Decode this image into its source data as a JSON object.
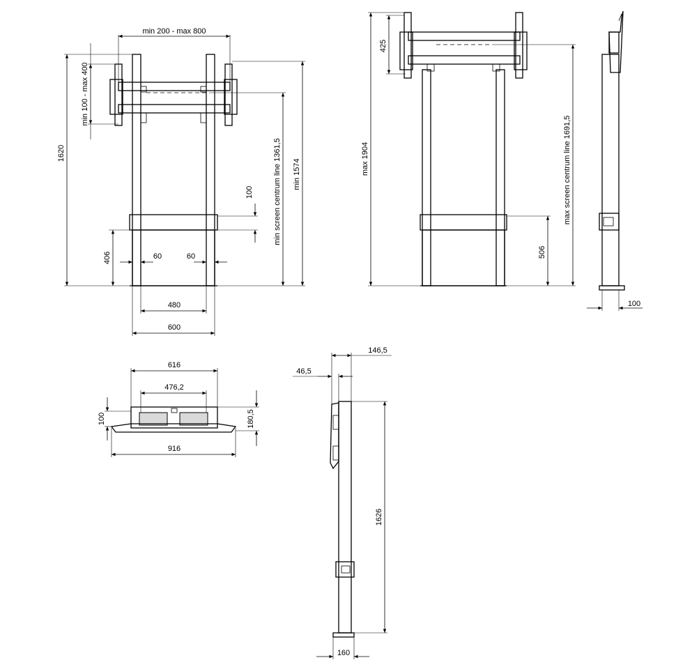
{
  "front_view": {
    "width_range": "min 200 - max 800",
    "height_range": "min 100 - max 400",
    "total_height": "1620",
    "min_screen_centrum": "min screen centrum line 1361,5",
    "min_height": "min 1574",
    "offset_100": "100",
    "offset_406": "406",
    "left_60": "60",
    "right_60": "60",
    "inner_width": "480",
    "outer_width": "600"
  },
  "rear_view": {
    "top_425": "425",
    "max_height": "max 1904",
    "max_screen_centrum": "max screen centrum line 1691,5",
    "offset_506": "506"
  },
  "side_view": {
    "foot_depth": "100"
  },
  "top_view": {
    "width_616": "616",
    "width_476": "476,2",
    "depth_100": "100",
    "depth_180": "180,5",
    "width_916": "916"
  },
  "side_view_2": {
    "offset_146": "146,5",
    "offset_46": "46,5",
    "height_1626": "1626",
    "foot_160": "160"
  }
}
